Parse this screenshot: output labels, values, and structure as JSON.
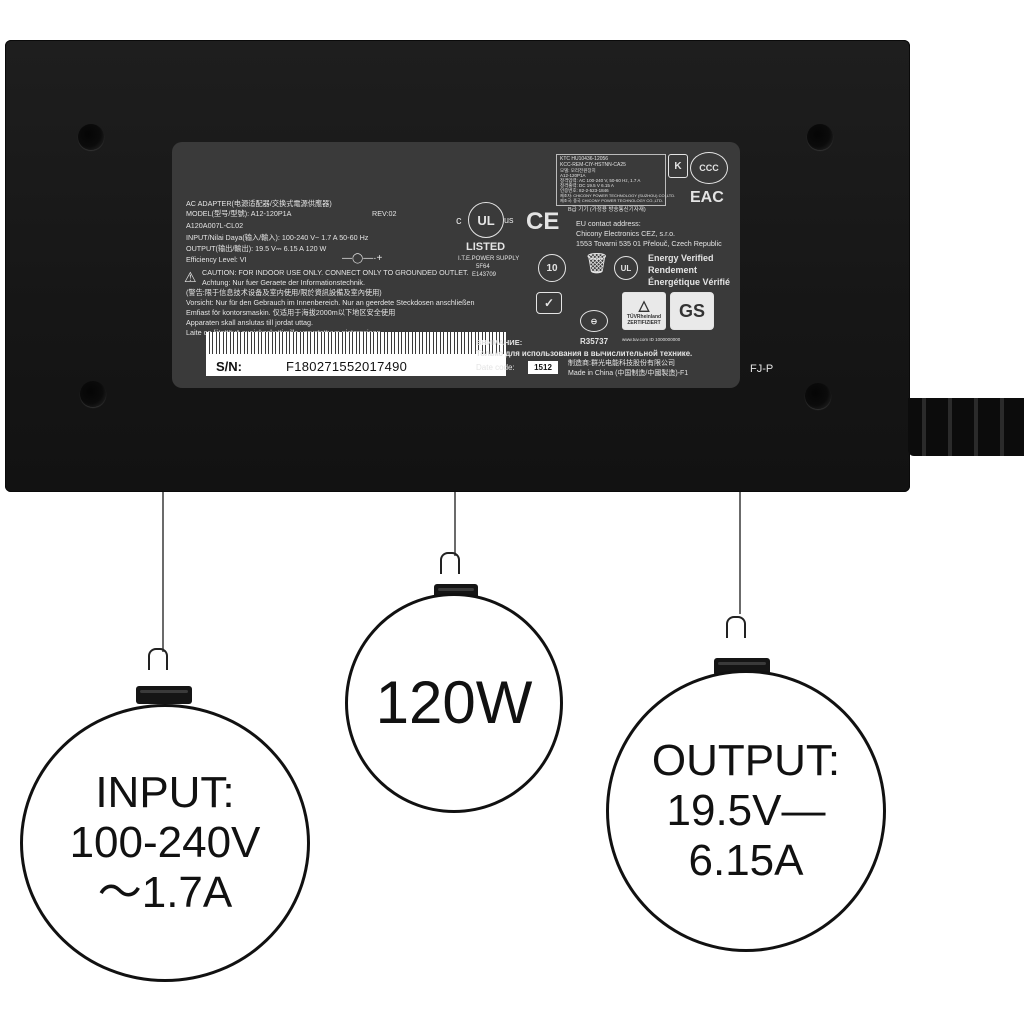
{
  "label": {
    "left_lines": [
      "AC ADAPTER(电源适配器/交换式電源供應器)",
      "MODEL(型号/型號): A12-120P1A",
      "A120A007L-CL02",
      "INPUT/Nilai Daya(输入/輸入): 100-240 V~ 1.7 A  50-60 Hz",
      "OUTPUT(输出/輸出): 19.5 V⎓ 6.15 A  120 W",
      "Efficiency Level: VI"
    ],
    "rev": "REV:02",
    "caution_lines": [
      "CAUTION: FOR INDOOR USE ONLY.  CONNECT ONLY TO GROUNDED OUTLET.",
      "Achtung: Nur fuer Geraete der Informationstechnik.",
      "(警告:限于信息技术设备及室内使用/限於資訊設備及室內使用)",
      "Vorsicht: Nur für den Gebrauch im Innenbereich. Nur an geerdete Steckdosen anschließen",
      "Emfiast för kontorsmaskin.                    仅适用于海拔2000m以下地区安全使用",
      "Apparaten skall anslutas till jordat uttag.",
      "Laite on liitettävä suojakoskettimilla varustettuun pistorasiaan."
    ],
    "listed": "LISTED",
    "listed_sub": [
      "I.T.E.POWER SUPPLY",
      "5F64",
      "E143709"
    ],
    "top_right_lines": [
      "KTC HU10436-12056",
      "KCC-REM-CIY-HSTNN-CA25",
      "모델: 모리전원장치",
      "A12-120P1A",
      "정격입력: AC 100-240 V, 50-60 Hz, 1.7 A",
      "정격출력: DC 19.5 V 6.15 A",
      "인증번호: 82-2-523-1846",
      "제조자: CHICONY POWER TECHNOLOGY (SUZHOU) CO.,LTD.",
      "제조국: 중국    CHICONY POWER TECHNOLOGY CO.,LTD."
    ],
    "kc_notice": "B급 기기 (가정용 방송통신기자재)",
    "eu_lines": [
      "EU contact address:",
      "Chicony Electronics CEZ, s.r.o.",
      "1553 Tovarni 535 01 Přelouč, Czech Republic"
    ],
    "energy_lines": [
      "Energy Verified",
      "Rendement",
      "Énergétique Vérifié"
    ],
    "eac": "EAC",
    "ccc": "CCC",
    "ce": "CE",
    "ul": "UL",
    "rcm": "R35737",
    "tuv_line": "www.tuv.com  ID 1000000000",
    "vnimanie": "ВНИМАНИЕ:",
    "russian": "Только для использования в вычислительной технике.",
    "manufacturer": "制造商:群光电能科技股份有限公司",
    "date_label": "Date code:",
    "date_value": "1512",
    "made_in": "Made in China (中国制造/中國製造)-F1",
    "fjp": "FJ-P",
    "sn_label": "S/N:",
    "sn_value": "F180271552017490",
    "gs": "GS",
    "tuv": "TÜVRheinland",
    "zertifiziert": "ZERTIFIZIERT"
  },
  "tags": {
    "input": [
      "INPUT:",
      "100-240V",
      "～1.7A"
    ],
    "power": "120W",
    "output": [
      "OUTPUT:",
      "19.5V—",
      "6.15A"
    ]
  }
}
